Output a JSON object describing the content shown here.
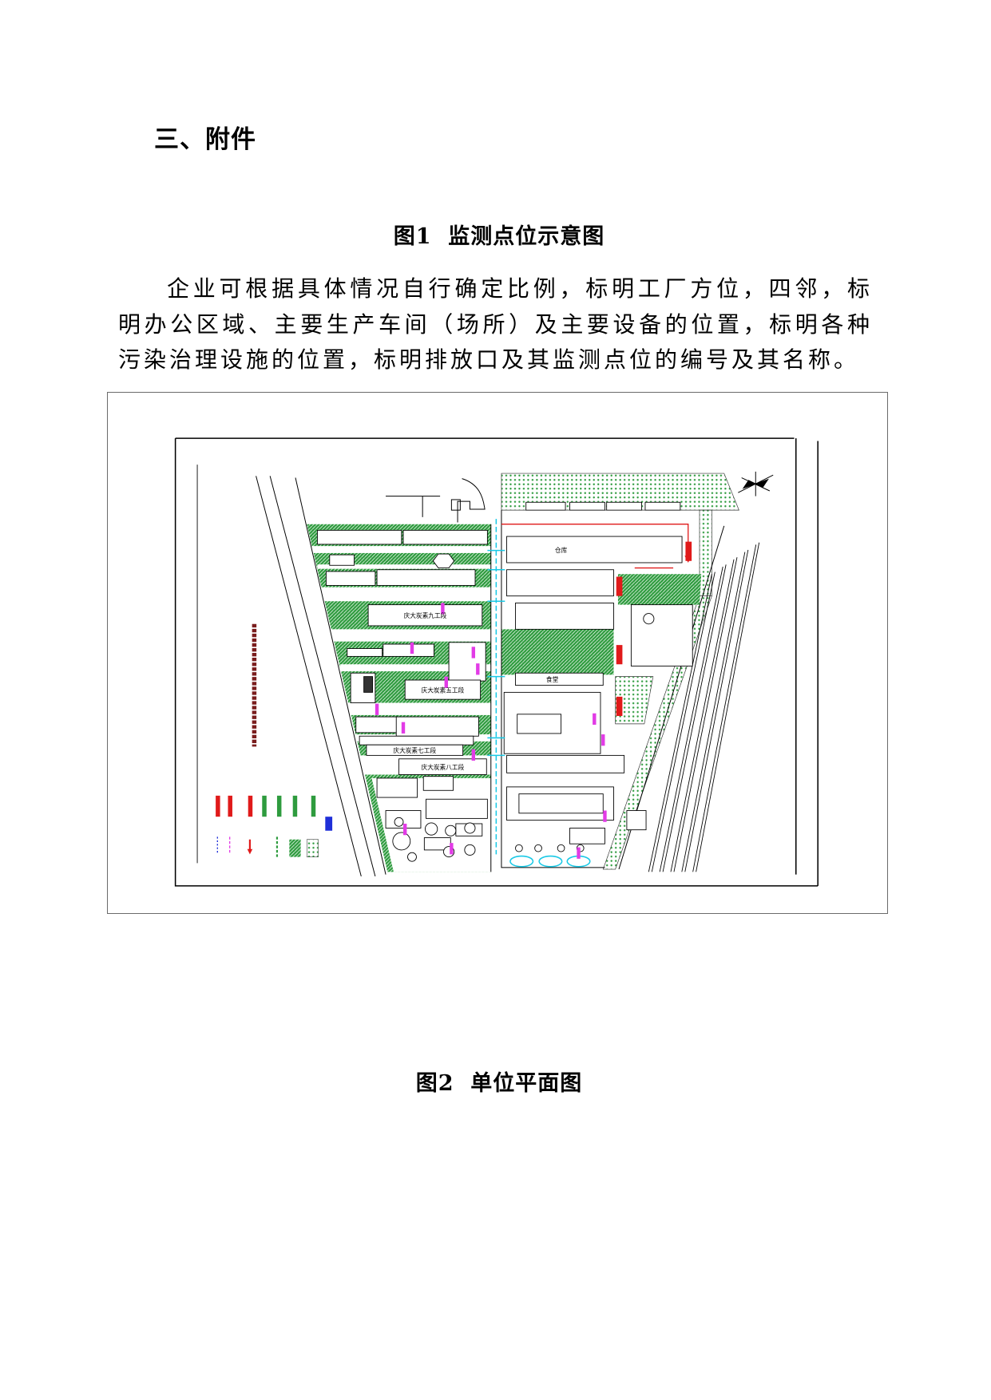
{
  "document": {
    "section_heading": "三、附件",
    "figure_1": {
      "caption": "图1  监测点位示意图",
      "instructions": [
        "企业可根据具体情况自行确定比例，标明工厂方位，四邻，标",
        "明办公区域、主要生产车间（场所）及主要设备的位置，标明各种",
        "污染治理设施的位置，标明排放口及其监测点位的编号及其名称。"
      ]
    },
    "figure_2": {
      "caption": "图2  单位平面图"
    }
  },
  "site_plan": {
    "labels": {
      "warehouse": "仓库",
      "canteen": "食堂",
      "section_9": "庆大炭素九工段",
      "section_5": "庆大炭素五工段",
      "section_7": "庆大炭素七工段",
      "section_8": "庆大炭素八工段"
    },
    "colors": {
      "green_area": "#2e9b3e",
      "drainage_line": "#19c9e6",
      "monitoring_point": "#e23be6",
      "marker_red": "#e01a1a",
      "legend_blue": "#1f2fd8"
    }
  }
}
